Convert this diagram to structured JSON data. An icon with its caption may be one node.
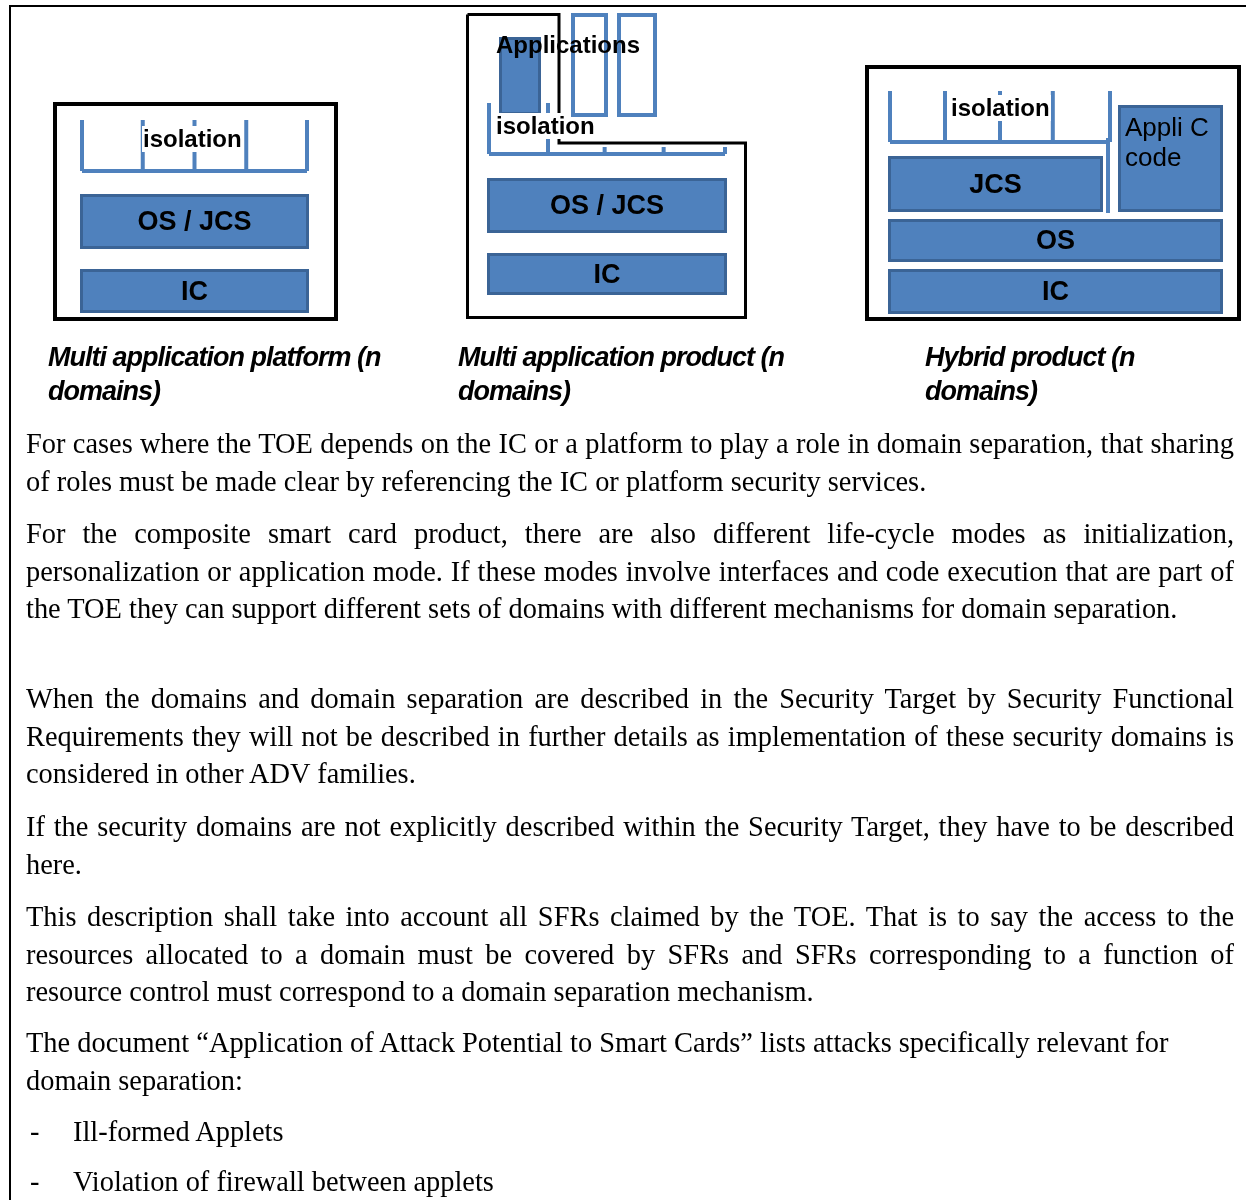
{
  "diagram": {
    "nodes": [
      {
        "text": [],
        "shape": "box"
      },
      {
        "text": [
          "isolation"
        ],
        "in": 0
      },
      {
        "text": [
          "OS / JCS"
        ],
        "in": 0
      },
      {
        "text": [
          "IC"
        ],
        "in": 0
      },
      {
        "text": [],
        "shape": "box"
      },
      {
        "text": [],
        "shape": "box",
        "in": 4
      },
      {
        "text": [],
        "shape": "box"
      },
      {
        "text": [],
        "shape": "box"
      },
      {
        "text": [
          "isolation"
        ],
        "in": 4
      },
      {
        "text": [
          "OS / JCS"
        ],
        "in": 4
      },
      {
        "text": [
          "IC"
        ],
        "in": 4
      },
      {
        "text": [],
        "shape": "box"
      },
      {
        "text": [
          "isolation"
        ],
        "in": 11
      },
      {
        "text": [
          "JCS"
        ],
        "in": 11
      },
      {
        "text": [
          "Appli C code"
        ],
        "in": 11
      },
      {
        "text": [
          "OS"
        ],
        "in": 11
      },
      {
        "text": [
          "IC"
        ],
        "in": 11
      }
    ],
    "labels": [
      "Applications",
      "Multi application platform (n domains)",
      "Multi application product (n domains)",
      "Hybrid product (n domains)",
      "For cases where the TOE depends on the IC or a platform to play a role in domain separation, that sharing of roles must be made clear by referencing the IC or platform security services.",
      "For the composite smart card product, there are also different life-cycle modes as initialization, personalization or application mode. If these modes involve interfaces and code execution that are part of the TOE they can support different sets of domains with different mechanisms for domain separation.",
      "When the domains and domain separation are described in the Security Target by Security Functional Requirements  they will not be described in further details as implementation of these security domains is considered in other ADV families.",
      "If the security domains are not explicitly described within the Security Target, they have to be described here.",
      "This description shall take into account all SFRs claimed by the TOE. That is to say the access to the resources allocated to a domain must be covered by SFRs and SFRs corresponding to a function of resource control must correspond to a domain separation mechanism.",
      "The document “Application of Attack Potential to Smart Cards” lists attacks specifically relevant for domain separation:",
      "-",
      "Ill-formed Applets",
      "-",
      "Violation of firewall between applets"
    ]
  }
}
